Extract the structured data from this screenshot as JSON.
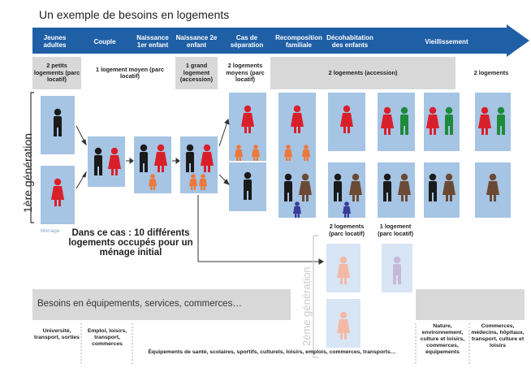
{
  "title": "Un exemple de besoins en logements",
  "stages": [
    "Jeunes adultes",
    "Couple",
    "Naissance 1er enfant",
    "Naissance 2e enfant",
    "Cas de séparation",
    "Recomposition familiale",
    "Décohabitation des enfants",
    "Vieillissement"
  ],
  "needs": [
    "2 petits logements (parc locatif)",
    "1 logement moyen (parc locatif)",
    "1 grand logement (accession)",
    "2 logements moyens (parc locatif)",
    "2 logements (accession)",
    "2 logements"
  ],
  "generation1": "1ère génération",
  "generation2": "2ème génération",
  "menage": "Ménage",
  "note": "Dans ce cas : 10 différents logements occupés pour un ménage initial",
  "child_labels": [
    "2 logements (parc locatif)",
    "1 logement (parc locatif)"
  ],
  "band_label": "Besoins en équipements, services, commerces…",
  "bottom_texts": [
    "Université, transport, sorties",
    "Emploi, loisirs, transport, commerces",
    "Équipements de santé, scolaires, sportifs, culturels, loisirs, emplois, commerces, transports…",
    "Nature, environnement, culture et loisirs, commerces, équipements",
    "Commerces, médecins, hôpitaux, transport, culture et loisirs"
  ],
  "colors": {
    "arrow": "#1f5fa6",
    "box": "#a6c4e4",
    "band": "#d8d8d8",
    "woman": "#d9202a",
    "man": "#1a1a1a",
    "child": "#ec7a3c",
    "elder_woman": "#d9202a",
    "green": "#1f8a3a",
    "brown": "#6b4a35",
    "purple": "#3b3b9a"
  }
}
